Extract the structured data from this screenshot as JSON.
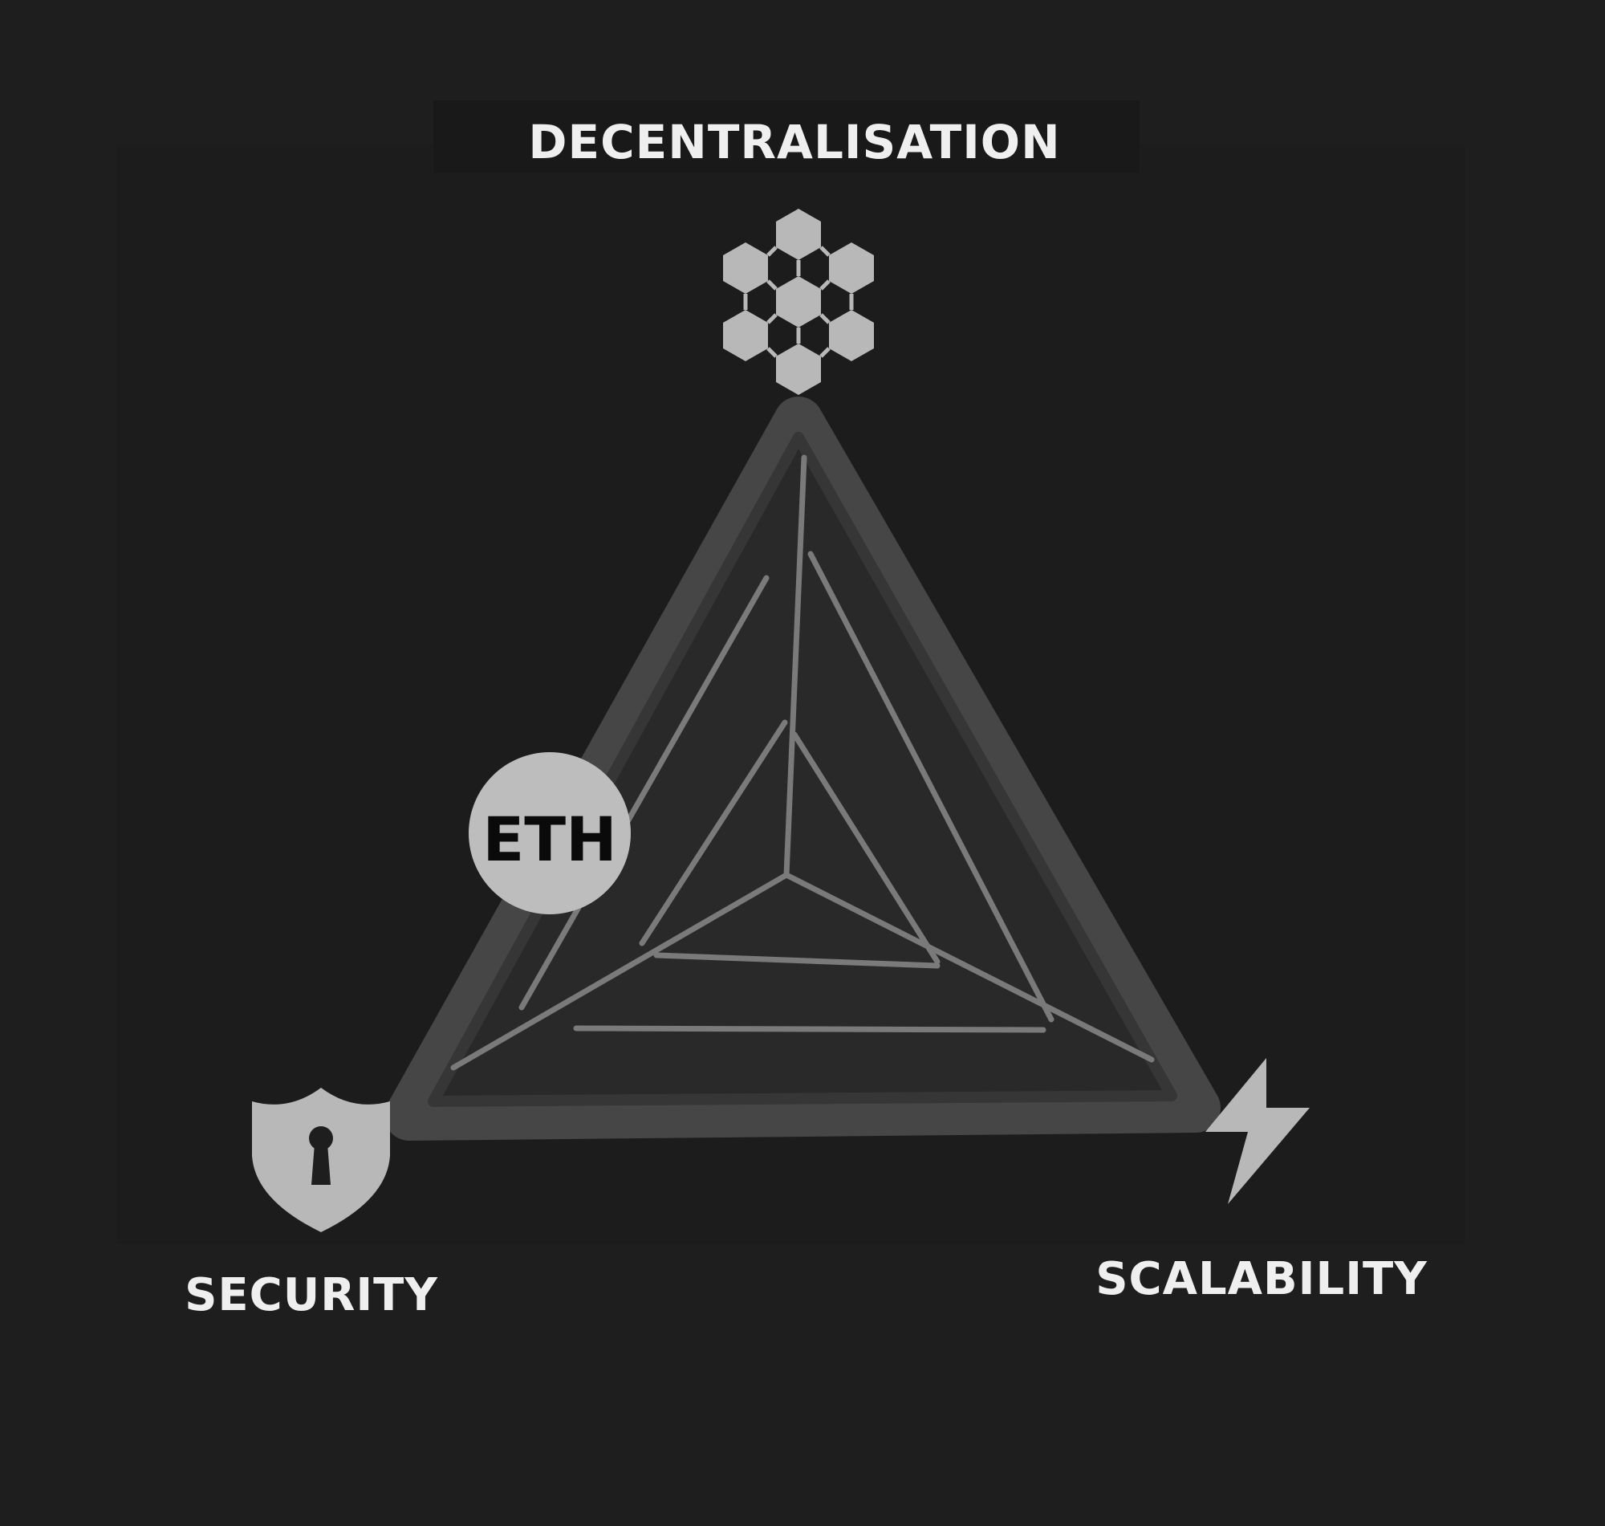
{
  "labels": {
    "top": "DECENTRALISATION",
    "left": "SECURITY",
    "right": "SCALABILITY"
  },
  "badge": {
    "text": "ETH"
  },
  "icons": {
    "top": "hexagon-network-icon",
    "left": "shield-keyhole-icon",
    "right": "lightning-bolt-icon"
  },
  "colors": {
    "background": "#1e1e1e",
    "triangle_fill": "#2a2a2a",
    "triangle_border": "#4a4a4a",
    "inner_lines": "#7a7a7a",
    "icons": "#b8b8b8",
    "badge": "#bdbdbd",
    "text": "#efefef"
  }
}
